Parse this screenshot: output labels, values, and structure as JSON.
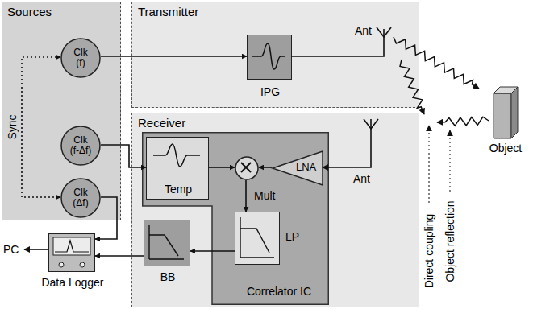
{
  "diagram": {
    "nodes": [
      {
        "text": [
          "Sources"
        ]
      },
      {
        "text": [
          "Clk (f)"
        ],
        "in": 0
      },
      {
        "text": [
          "Clk (f-Δf)"
        ],
        "in": 0
      },
      {
        "text": [
          "Clk (Δf)"
        ],
        "in": 0
      },
      {
        "text": [
          "Transmitter"
        ]
      },
      {
        "text": [
          "IPG"
        ],
        "in": 4
      },
      {
        "text": [
          "Receiver"
        ]
      },
      {
        "text": [
          "Correlator IC"
        ],
        "in": 6
      },
      {
        "text": [
          "Temp"
        ],
        "in": 7
      },
      {
        "text": [
          "Mult"
        ],
        "in": 7
      },
      {
        "text": [
          "LNA"
        ],
        "in": 7
      },
      {
        "text": [
          "LP"
        ],
        "in": 7
      },
      {
        "text": [
          "BB"
        ],
        "in": 6
      },
      {
        "text": [
          "Data Logger"
        ]
      },
      {
        "text": [
          "Object"
        ]
      }
    ],
    "edges": [
      {
        "from": 1,
        "to": 5,
        "arrow": "to"
      },
      {
        "from": 2,
        "to": 8,
        "arrow": "to"
      },
      {
        "from": 8,
        "to": 9,
        "arrow": "to"
      },
      {
        "from": 10,
        "to": 9,
        "arrow": "to"
      },
      {
        "from": 9,
        "to": 11,
        "arrow": "to"
      },
      {
        "from": 11,
        "to": 12,
        "arrow": "to"
      },
      {
        "from": 12,
        "to": 13,
        "arrow": "to"
      },
      {
        "from": 3,
        "to": 13,
        "arrow": "to"
      },
      {
        "from": 1,
        "to": 3,
        "arrow": "both"
      }
    ],
    "labels": [
      "Sync",
      "Ant",
      "Ant",
      "PC",
      "Direct coupling",
      "Object reflection"
    ]
  }
}
